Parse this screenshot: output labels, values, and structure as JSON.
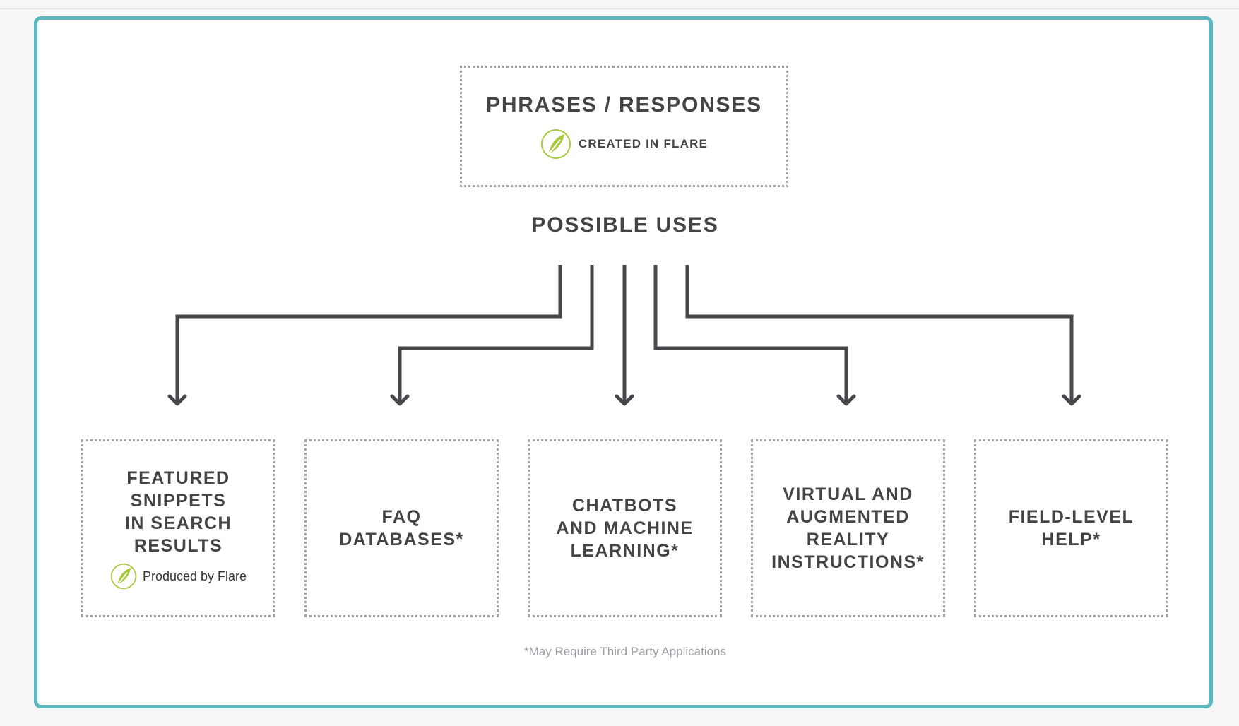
{
  "header": {
    "title": "PHRASES / RESPONSES",
    "badge_text": "CREATED IN FLARE",
    "badge_icon": "flare-feather-icon"
  },
  "uses_title": "POSSIBLE USES",
  "uses": [
    {
      "label": "FEATURED\nSNIPPETS\nIN SEARCH\nRESULTS",
      "badge_text": "Produced by Flare"
    },
    {
      "label": "FAQ\nDATABASES*"
    },
    {
      "label": "CHATBOTS\nAND MACHINE\nLEARNING*"
    },
    {
      "label": "VIRTUAL AND\nAUGMENTED\nREALITY\nINSTRUCTIONS*"
    },
    {
      "label": "FIELD-LEVEL\nHELP*"
    }
  ],
  "footnote": "*May Require Third Party Applications",
  "colors": {
    "frame": "#5bb8bf",
    "text": "#444444",
    "dotted_border": "#a4a4a4",
    "arrow": "#45474b",
    "flare_green": "#a6c93d",
    "footnote": "#9a9ea3"
  }
}
